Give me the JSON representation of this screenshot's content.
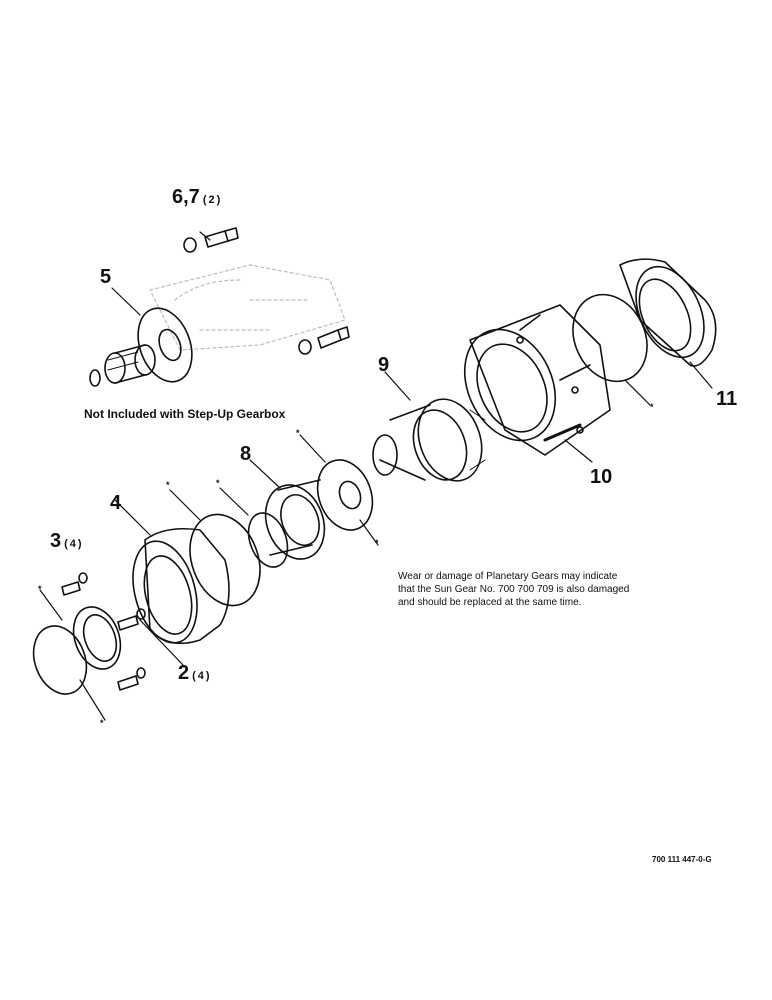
{
  "callouts": {
    "c2": {
      "number": "2",
      "qty": "(4)"
    },
    "c3": {
      "number": "3",
      "qty": "(4)"
    },
    "c4": {
      "number": "4"
    },
    "c5": {
      "number": "5"
    },
    "c67": {
      "number": "6,7",
      "qty": "(2)"
    },
    "c8": {
      "number": "8"
    },
    "c9": {
      "number": "9"
    },
    "c10": {
      "number": "10"
    },
    "c11": {
      "number": "11"
    }
  },
  "asterisk": "*",
  "notes": {
    "step_up": "Not Included with Step-Up Gearbox",
    "wear_line1": "Wear or damage of Planetary Gears may indicate",
    "wear_line2": "that the Sun Gear No. 700 700 709 is also damaged",
    "wear_line3": "and should be replaced at the same time."
  },
  "figure_id": "700 111 447-0-G",
  "style": {
    "ink": "#111111",
    "ghost": "#bdbdbd",
    "paper": "#ffffff"
  }
}
